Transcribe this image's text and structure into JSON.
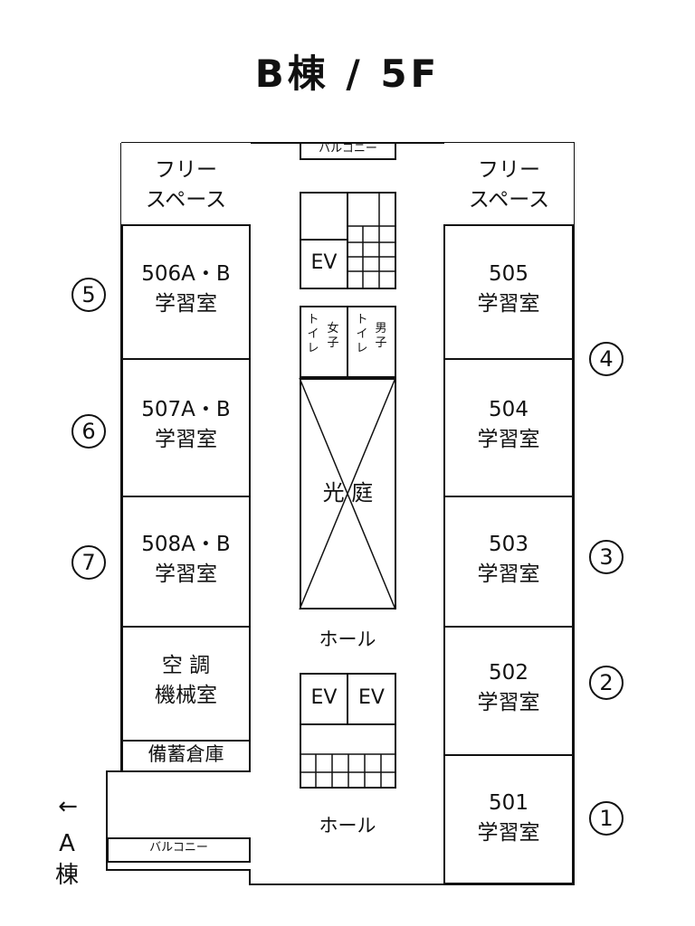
{
  "title": "B棟 / 5F",
  "rooms": {
    "r506": "506A・B\n学習室",
    "r507": "507A・B\n学習室",
    "r508": "508A・B\n学習室",
    "r505": "505\n学習室",
    "r504": "504\n学習室",
    "r503": "503\n学習室",
    "r502": "502\n学習室",
    "r501": "501\n学習室",
    "free_left": "フリー\nスペース",
    "free_right": "フリー\nスペース",
    "hvac": "空 調\n機械室",
    "storage": "備蓄倉庫",
    "courtyard": "光 庭",
    "hall_upper": "ホール",
    "hall_lower": "ホール",
    "balcony_top": "バルコニー",
    "balcony_left": "バルコニー",
    "ev_top": "EV",
    "ev_bottom_left": "EV",
    "ev_bottom_right": "EV",
    "toilet_women": "トイレ　女子",
    "toilet_women_a": "ト\nイ\nレ",
    "toilet_women_b": "女\n子",
    "toilet_men_a": "ト\nイ\nレ",
    "toilet_men_b": "男\n子"
  },
  "markers": {
    "m1": "1",
    "m2": "2",
    "m3": "3",
    "m4": "4",
    "m5": "5",
    "m6": "6",
    "m7": "7"
  },
  "a_building": {
    "arrow": "←",
    "label": "A\n棟"
  }
}
